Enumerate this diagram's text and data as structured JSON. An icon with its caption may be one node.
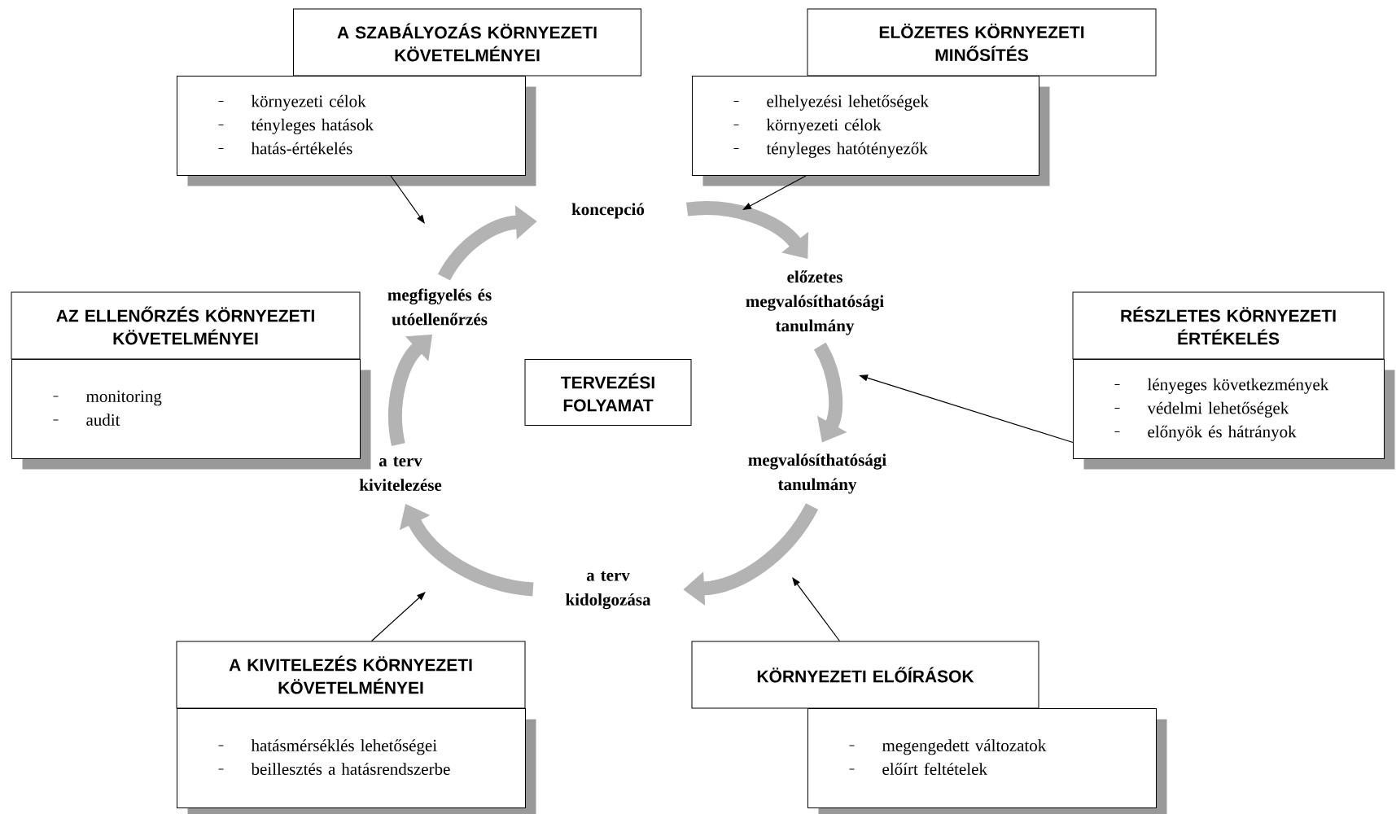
{
  "diagram": {
    "nodes": [
      {
        "text": [
          "A SZABÁLYOZÁS KÖRNYEZETI KÖVETELMÉNYEI"
        ]
      },
      {
        "text": [
          "környezeti célok",
          "tényleges hatások",
          "hatás-értékelés"
        ]
      },
      {
        "text": [
          "ELÖZETES KÖRNYEZETI MINŐSÍTÉS"
        ]
      },
      {
        "text": [
          "elhelyezési lehetőségek",
          "környezeti célok",
          "tényleges hatótényezők"
        ]
      },
      {
        "text": [
          "koncepció"
        ]
      },
      {
        "text": [
          "előzetes megvalósíthatósági tanulmány"
        ]
      },
      {
        "text": [
          "megfigyelés és utóellenőrzés"
        ]
      },
      {
        "text": [
          "AZ ELLENŐRZÉS KÖRNYEZETI KÖVETELMÉNYEI"
        ]
      },
      {
        "text": [
          "monitoring",
          "audit"
        ]
      },
      {
        "text": [
          "RÉSZLETES KÖRNYEZETI ÉRTÉKELÉS"
        ]
      },
      {
        "text": [
          "lényeges következmények",
          "védelmi lehetőségek",
          "előnyök és hátrányok"
        ]
      },
      {
        "text": [
          "TERVEZÉSI FOLYAMAT"
        ]
      },
      {
        "text": [
          "a terv kivitelezése"
        ]
      },
      {
        "text": [
          "megvalósíthatósági tanulmány"
        ]
      },
      {
        "text": [
          "a terv kidolgozása"
        ]
      },
      {
        "text": [
          "A KIVITELEZÉS KÖRNYEZETI KÖVETELMÉNYEI"
        ]
      },
      {
        "text": [
          "hatásmérséklés lehetőségei",
          "beillesztés a hatásrendszerbe"
        ]
      },
      {
        "text": [
          "KÖRNYEZETI ELŐÍRÁSOK"
        ]
      },
      {
        "text": [
          "megengedett változatok",
          "előírt feltételek"
        ]
      }
    ],
    "edges": [
      {
        "from": 4,
        "to": 5,
        "arrow": "to",
        "color": "#b3b3b3"
      },
      {
        "from": 5,
        "to": 13,
        "arrow": "to",
        "color": "#b3b3b3"
      },
      {
        "from": 13,
        "to": 14,
        "arrow": "to",
        "color": "#b3b3b3"
      },
      {
        "from": 14,
        "to": 12,
        "arrow": "to",
        "color": "#b3b3b3"
      },
      {
        "from": 12,
        "to": 6,
        "arrow": "to",
        "color": "#b3b3b3"
      },
      {
        "from": 6,
        "to": 4,
        "arrow": "to",
        "color": "#b3b3b3"
      },
      {
        "from": 1,
        "to": null,
        "arrow": "to",
        "color": "#000000"
      },
      {
        "from": 3,
        "to": null,
        "arrow": "to",
        "color": "#000000"
      },
      {
        "from": 10,
        "to": null,
        "arrow": "to",
        "color": "#000000"
      },
      {
        "from": 15,
        "to": null,
        "arrow": "to",
        "color": "#000000"
      },
      {
        "from": 17,
        "to": null,
        "arrow": "to",
        "color": "#000000"
      }
    ]
  }
}
